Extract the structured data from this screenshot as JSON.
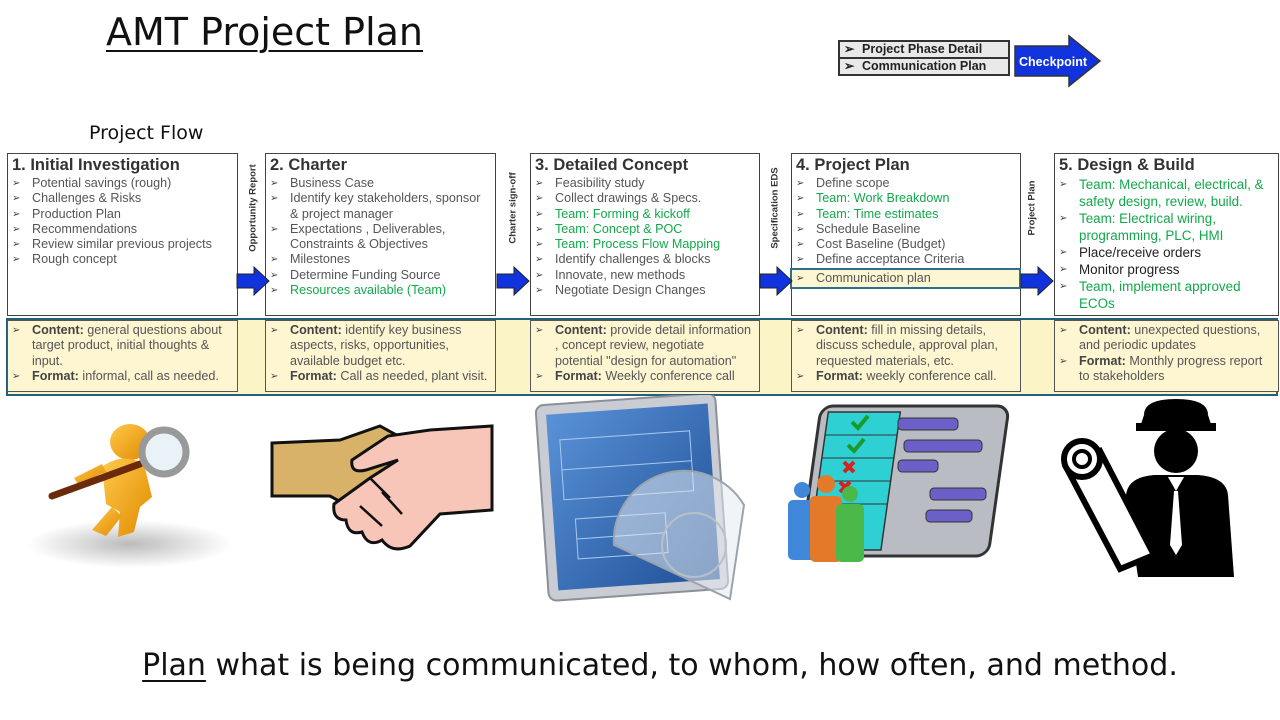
{
  "title": "AMT Project Plan",
  "flow_label": "Project Flow",
  "legend": {
    "items": [
      "Project Phase Detail",
      "Communication Plan"
    ],
    "checkpoint": "Checkpoint"
  },
  "gates": [
    "Opportunity Report",
    "Charter sign-off",
    "Specification EDS",
    "Project Plan"
  ],
  "phases": [
    {
      "title": "1. Initial Investigation",
      "items": [
        "Potential savings (rough)",
        "Challenges & Risks",
        "Production Plan",
        "Recommendations",
        "Review similar previous projects",
        "Rough concept"
      ],
      "content_label": "Content:",
      "content": "general questions about target product, initial thoughts & input.",
      "format_label": "Format:",
      "format": "informal, call as needed."
    },
    {
      "title": "2. Charter",
      "items": [
        "Business Case",
        "Identify key stakeholders, sponsor",
        "& project manager",
        "Expectations , Deliverables,",
        "Constraints & Objectives",
        "Milestones",
        "Determine Funding Source",
        "Resources available (Team)"
      ],
      "content_label": "Content:",
      "content": "identify key business aspects, risks, opportunities, available budget etc.",
      "format_label": "Format:",
      "format": "Call as needed, plant visit."
    },
    {
      "title": "3. Detailed Concept",
      "items": [
        "Feasibility study",
        "Collect drawings & Specs.",
        "Team: Forming & kickoff",
        "Team: Concept & POC",
        "Team: Process Flow Mapping",
        "Identify challenges & blocks",
        "Innovate, new methods",
        "Negotiate Design Changes"
      ],
      "content_label": "Content:",
      "content": "provide detail information , concept review, negotiate potential \"design for automation\"",
      "format_label": "Format:",
      "format": "Weekly conference call"
    },
    {
      "title": "4. Project Plan",
      "items": [
        "Define scope",
        "Team: Work Breakdown",
        "Team: Time estimates",
        "Schedule Baseline",
        "Cost  Baseline (Budget)",
        "Define acceptance Criteria",
        "Communication plan"
      ],
      "content_label": "Content:",
      "content": "fill in missing details, discuss schedule, approval plan, requested materials, etc.",
      "format_label": "Format:",
      "format": "weekly conference call."
    },
    {
      "title": "5. Design & Build",
      "items": [
        "Team: Mechanical, electrical, & safety design, review, build.",
        "Team: Electrical wiring, programming, PLC, HMI",
        "Place/receive orders",
        "Monitor progress",
        "Team, implement approved ECOs"
      ],
      "content_label": "Content:",
      "content": "unexpected questions, and periodic updates",
      "format_label": "Format:",
      "format": "Monthly progress report to stakeholders"
    }
  ],
  "footer": {
    "underlined": "Plan",
    "rest": " what is being communicated, to whom, how often, and method."
  },
  "colors": {
    "green_text": "#12a84a",
    "band_border": "#255f7e",
    "band_fill": "#fbf4c7",
    "arrow_blue": "#1133dd"
  },
  "icons": [
    "person-with-magnifier-icon",
    "handshake-icon",
    "blueprint-protractor-icon",
    "gantt-chart-team-icon",
    "engineer-with-blueprint-icon"
  ]
}
